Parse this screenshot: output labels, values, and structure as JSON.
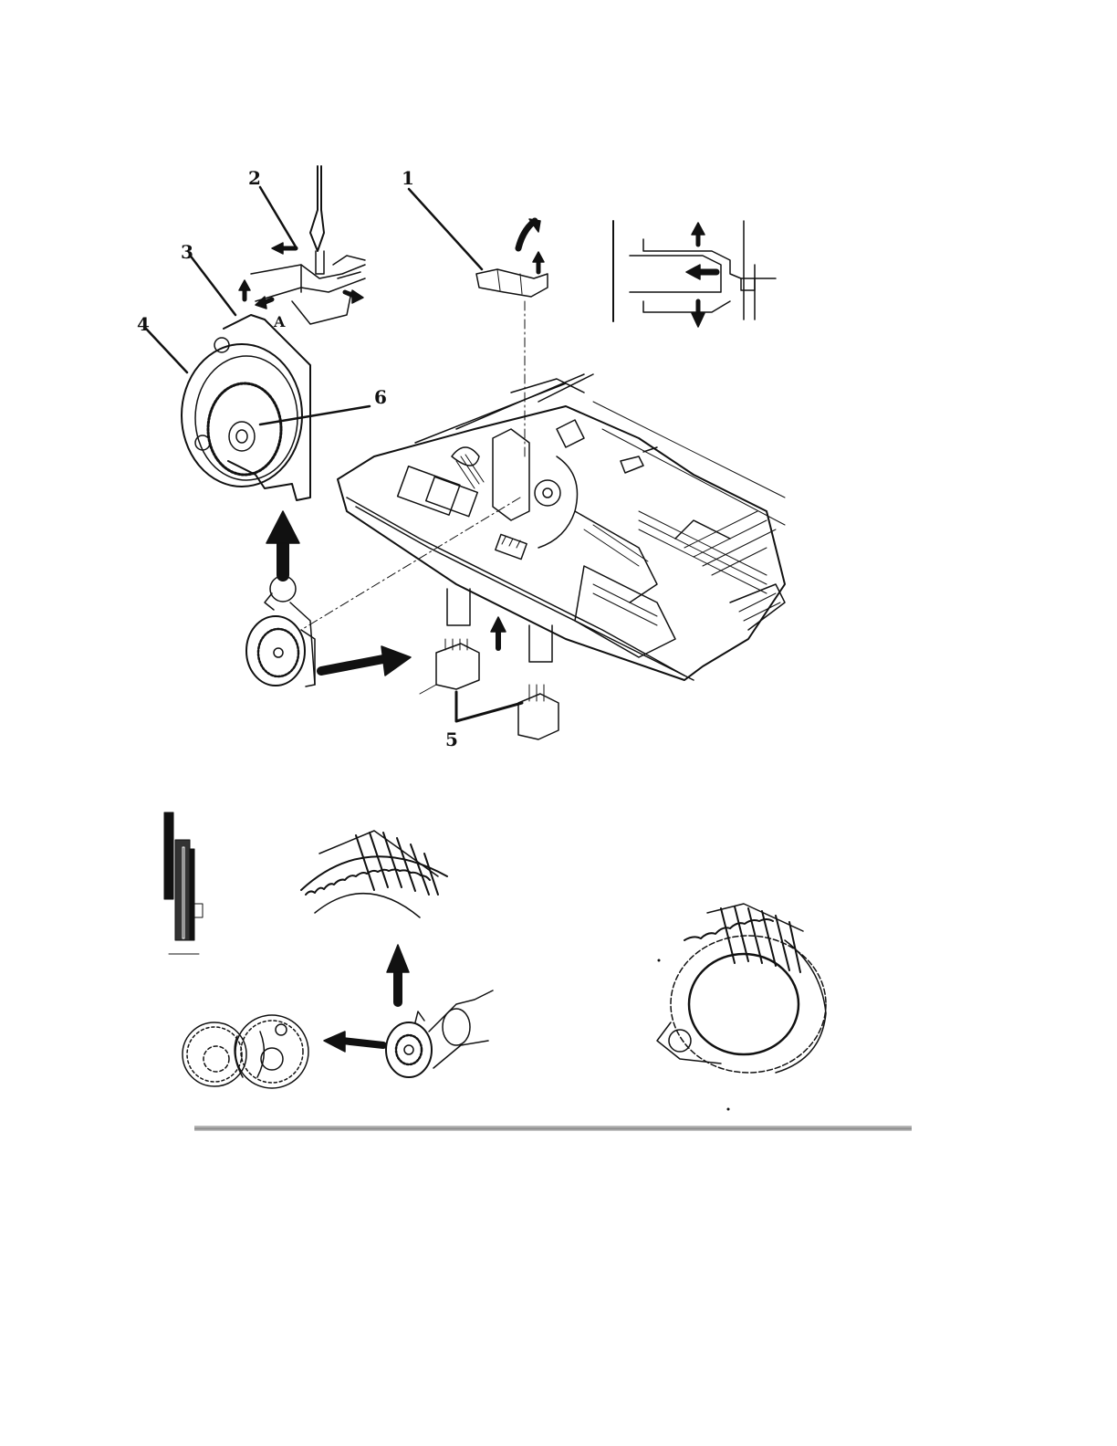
{
  "callouts": {
    "c1": "1",
    "c2": "2",
    "c3": "3",
    "c4": "4",
    "c5": "5",
    "c6": "6",
    "detail_a": "A"
  },
  "colors": {
    "line": "#111111",
    "rule": "#9a9a9a",
    "background": "#ffffff"
  }
}
